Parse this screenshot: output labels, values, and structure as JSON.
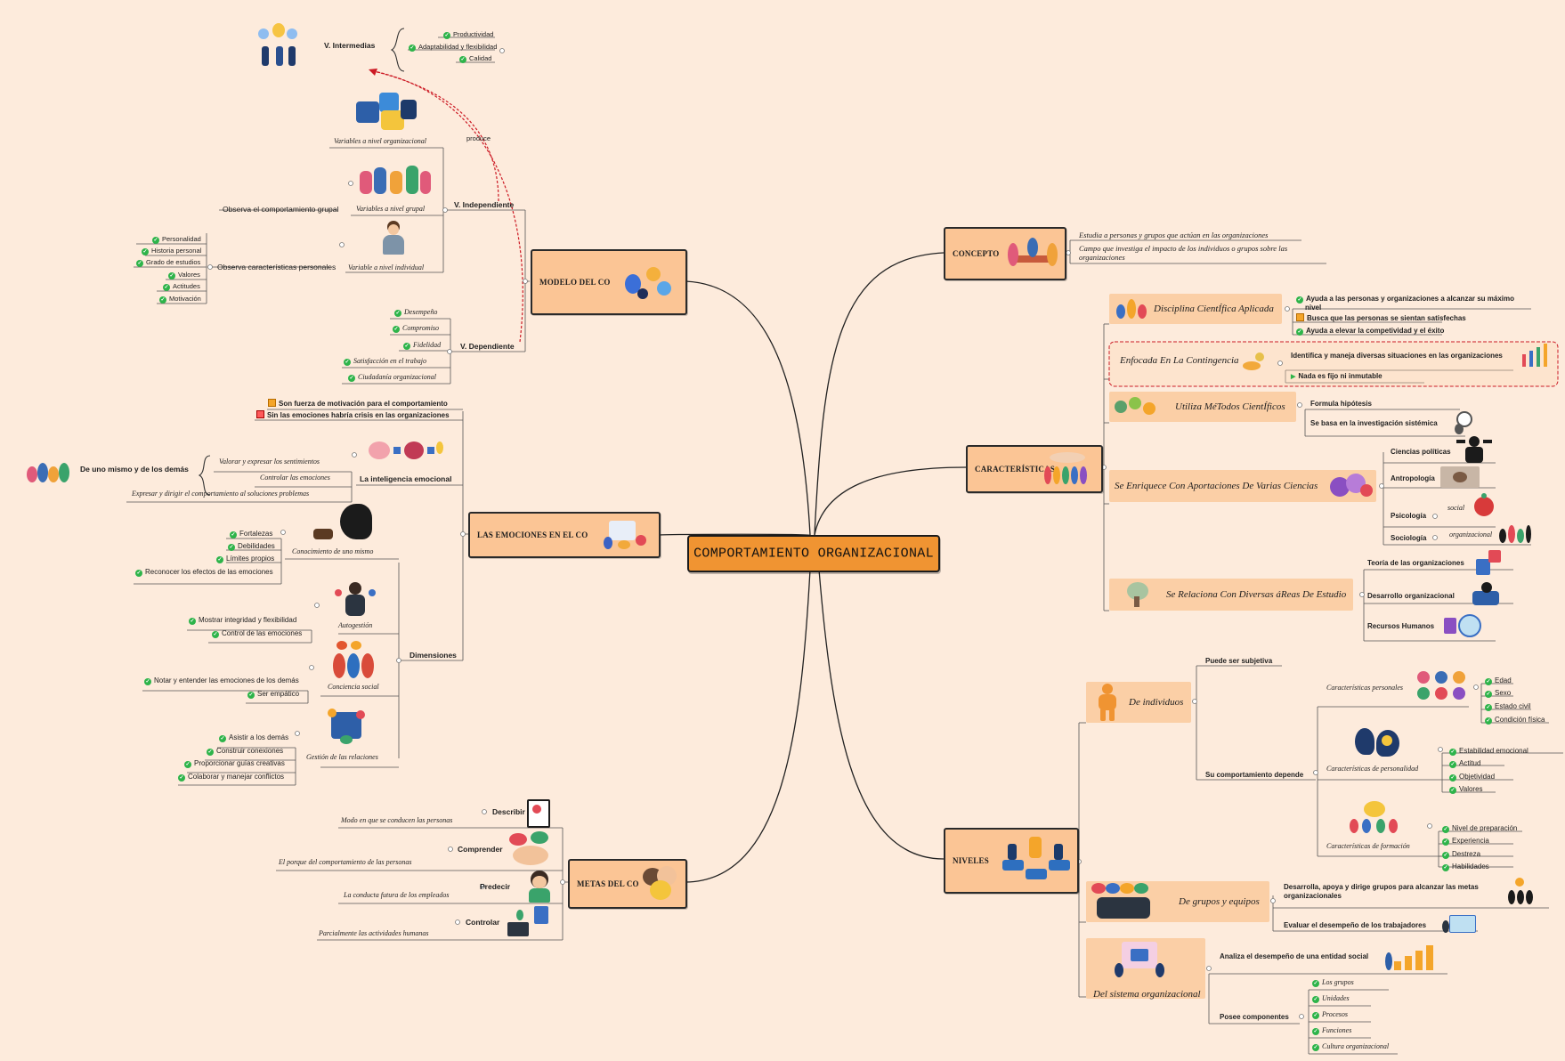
{
  "central": "COMPORTAMIENTO ORGANIZACIONAL",
  "modelo": {
    "title": "MODELO DEL CO",
    "intermedias": {
      "label": "V. Intermedias",
      "items": [
        "Productividad",
        "Adaptabilidad y flexibilidad",
        "Calidad"
      ]
    },
    "produce": "produce",
    "independiente": {
      "label": "V. Independiente",
      "organizacional": "Variables a nivel organizacional",
      "grupal": "Variables a nivel grupal",
      "grupal_note": "Observa el comportamiento grupal",
      "individual": "Variable a nivel individual",
      "individual_note": "Observa características personales",
      "personal_items": [
        "Personalidad",
        "Historia personal",
        "Grado de estudios",
        "Valores",
        "Actitudes",
        "Motivación"
      ]
    },
    "dependiente": {
      "label": "V. Dependiente",
      "items": [
        "Desempeño",
        "Compromiso",
        "Fidelidad",
        "Satisfacción en el trabajo",
        "Ciudadanía organizacional"
      ]
    }
  },
  "emociones": {
    "title": "LAS EMOCIONES EN EL CO",
    "flags": [
      "Son fuerza de motivación para el comportamiento",
      "Sin las emociones habría crisis en las organizaciones"
    ],
    "inteligencia": {
      "label": "La inteligencia emocional",
      "items": [
        "Valorar y expresar los sentimientos",
        "Controlar las emociones",
        "Expresar y dirigir el comportamiento al soluciones problemas"
      ],
      "side": "De uno mismo y de los demás"
    },
    "dimensiones": {
      "label": "Dimensiones",
      "conocimiento": {
        "label": "Conocimiento de uno mismo",
        "items": [
          "Fortalezas",
          "Debilidades",
          "Límites propios",
          "Reconocer los efectos de las emociones"
        ]
      },
      "autogestion": {
        "label": "Autogestión",
        "items": [
          "Mostrar integridad y flexibilidad",
          "Control de las emociones"
        ]
      },
      "conciencia": {
        "label": "Conciencia social",
        "items": [
          "Notar y entender las emociones de los demás",
          "Ser empático"
        ]
      },
      "gestion": {
        "label": "Gestión de las relaciones",
        "items": [
          "Asistir a los demás",
          "Construir conexiones",
          "Proporcionar guías creativas",
          "Colaborar y manejar conflictos"
        ]
      }
    }
  },
  "metas": {
    "title": "METAS DEL CO",
    "items": [
      {
        "label": "Describir",
        "note": "Modo en que se conducen las personas"
      },
      {
        "label": "Comprender",
        "note": "El porque del comportamiento de las personas"
      },
      {
        "label": "Predecir",
        "note": "La conducta futura de los empleados"
      },
      {
        "label": "Controlar",
        "note": "Parcialmente las actividades humanas"
      }
    ]
  },
  "concepto": {
    "title": "CONCEPTO",
    "items": [
      "Estudia a personas y grupos que actúan en las organizaciones",
      "Campo que investiga el impacto de los individuos o grupos sobre las",
      "organizaciones"
    ]
  },
  "caracteristicas": {
    "title": "CARACTERÍSTICAS",
    "disciplina": {
      "label": "Disciplina CientÍfica Aplicada",
      "items": [
        "Ayuda a las personas y organizaciones a alcanzar su máximo",
        "nivel",
        "Busca que las personas se sientan satisfechas",
        "Ayuda a elevar la competividad y el éxito"
      ]
    },
    "enfocada": {
      "label": "Enfocada En La Contingencia",
      "items": [
        "Identifica y maneja diversas situaciones en las organizaciones",
        "Nada es fijo ni inmutable"
      ]
    },
    "metodos": {
      "label": "Utiliza MéTodos CientÍficos",
      "items": [
        "Formula hipótesis",
        "Se basa en la investigación sistémica"
      ]
    },
    "enriquece": {
      "label": "Se Enriquece Con Aportaciones De Varias Ciencias",
      "items": [
        "Ciencias políticas",
        "Antropología",
        "Psicología",
        "Sociología"
      ],
      "notes": [
        "social",
        "organizacional"
      ]
    },
    "relaciona": {
      "label": "Se Relaciona Con Diversas áReas De Estudio",
      "items": [
        "Teoría de las organizaciones",
        "Desarrollo organizacional",
        "Recursos Humanos"
      ]
    }
  },
  "niveles": {
    "title": "NIVELES",
    "individuos": {
      "label": "De individuos",
      "subjetiva": "Puede ser subjetiva",
      "depende": "Su comportamiento depende",
      "personales": {
        "label": "Características personales",
        "items": [
          "Edad",
          "Sexo",
          "Estado civil",
          "Condición física"
        ]
      },
      "personalidad": {
        "label": "Características de personalidad",
        "items": [
          "Estabilidad emocional",
          "Actitud",
          "Objetividad",
          "Valores"
        ]
      },
      "formacion": {
        "label": "Características de formación",
        "items": [
          "Nivel de preparación",
          "Experiencia",
          "Destreza",
          "Habilidades"
        ]
      }
    },
    "grupos": {
      "label": "De grupos y equipos",
      "items": [
        "Desarrolla, apoya y dirige grupos para alcanzar las metas",
        "organizacionales",
        "Evaluar el desempeño de los trabajadores"
      ]
    },
    "sistema": {
      "label": "Del sistema organizacional",
      "analiza": "Analiza  el desempeño de una entidad social",
      "posee": "Posee componentes",
      "items": [
        "Los grupos",
        "Unidades",
        "Procesos",
        "Funciones",
        "Cultura organizacional"
      ]
    }
  }
}
